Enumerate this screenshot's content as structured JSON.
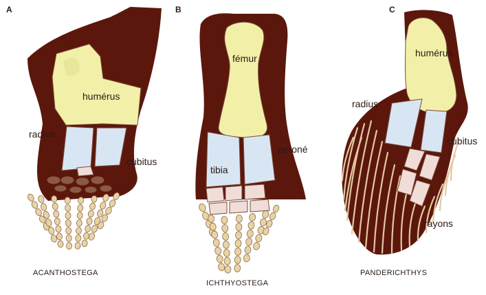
{
  "colors": {
    "skin": "#5c170d",
    "bone_yellow": "#f2f0a8",
    "bone_blue": "#d8e6f3",
    "bone_pink": "#f1ddd8",
    "digit": "#e9d3a4",
    "bone_outline": "#7a4a3a",
    "ray": "#e2c9a3"
  },
  "panels": [
    {
      "letter": "A",
      "caption": "ACANTHOSTEGA",
      "labels": {
        "upper": "humérus",
        "left": "radius",
        "right": "cubitus"
      }
    },
    {
      "letter": "B",
      "caption": "ICHTHYOSTEGA",
      "labels": {
        "upper": "fémur",
        "left": "tibia",
        "right": "péroné"
      }
    },
    {
      "letter": "C",
      "caption": "PANDERICHTHYS",
      "labels": {
        "upper": "humérus",
        "left": "radius",
        "right": "cubitus",
        "rays": "rayons"
      }
    }
  ]
}
